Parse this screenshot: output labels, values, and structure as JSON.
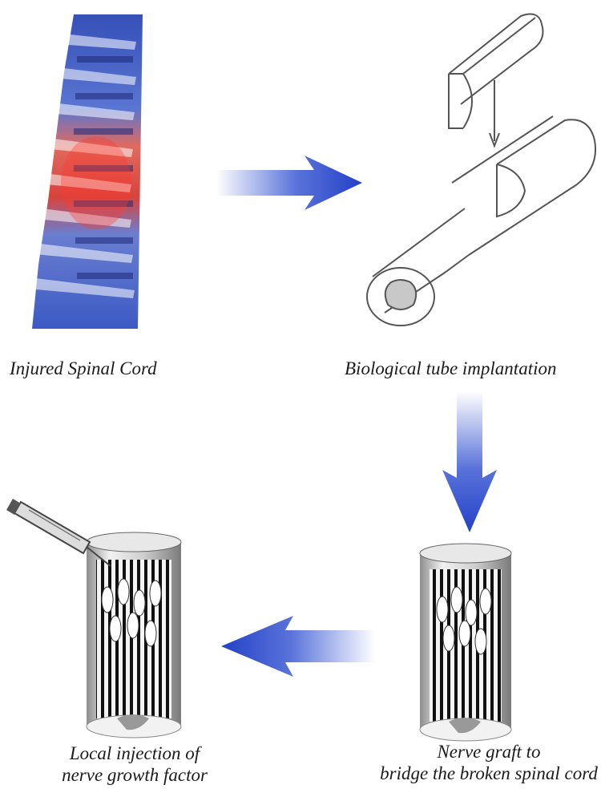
{
  "steps": [
    {
      "caption_lines": [
        "Injured Spinal Cord"
      ]
    },
    {
      "caption_lines": [
        "Biological tube implantation"
      ]
    },
    {
      "caption_lines": [
        "Local injection of",
        "nerve growth factor"
      ]
    },
    {
      "caption_lines": [
        "Nerve graft to",
        "bridge the broken spinal cord"
      ]
    }
  ],
  "colors": {
    "arrow_blue": "#2f4fd0",
    "spine_blue": "#4468c8",
    "spine_red": "#d8433c",
    "line_art": "#555555"
  }
}
